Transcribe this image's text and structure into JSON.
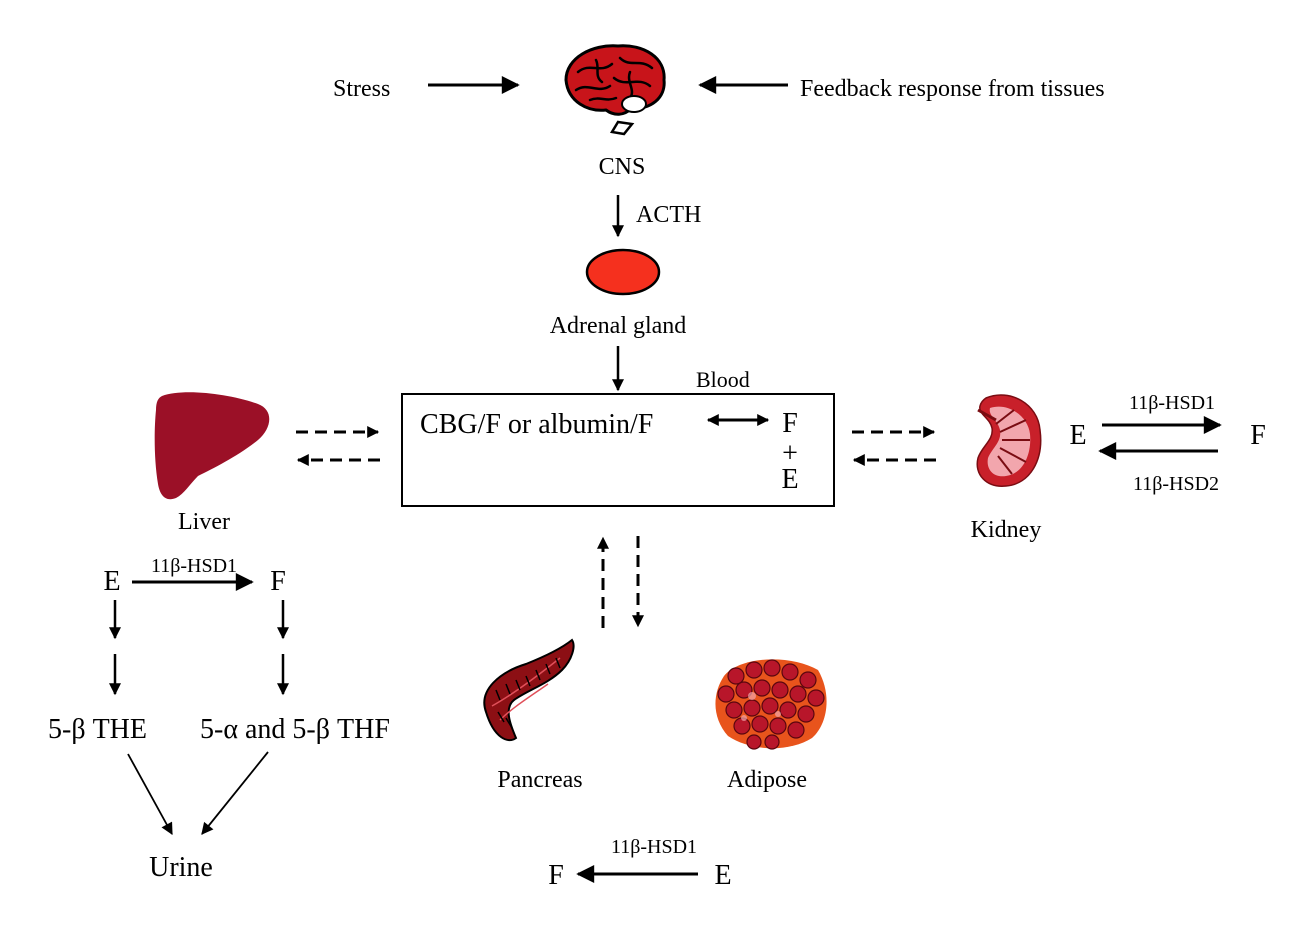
{
  "labels": {
    "stress": "Stress",
    "feedback": "Feedback response from tissues",
    "cns": "CNS",
    "acth": "ACTH",
    "adrenal_gland": "Adrenal gland",
    "blood": "Blood",
    "blood_content": "CBG/F or albumin/F",
    "free_f": "F",
    "plus": "+",
    "free_e": "E",
    "liver": "Liver",
    "kidney": "Kidney",
    "pancreas": "Pancreas",
    "adipose": "Adipose",
    "urine": "Urine"
  },
  "kidney_reaction": {
    "substrate": "E",
    "product": "F",
    "forward_enzyme": "11β-HSD1",
    "reverse_enzyme": "11β-HSD2"
  },
  "liver_reaction": {
    "substrate": "E",
    "product": "F",
    "enzyme": "11β-HSD1",
    "e_metabolite": "5-β THE",
    "f_metabolite": "5-α and 5-β THF"
  },
  "pancreas_adipose_reaction": {
    "substrate": "E",
    "product": "F",
    "enzyme": "11β-HSD1"
  },
  "icons": {
    "brain": "brain-icon",
    "adrenal": "adrenal-gland-icon",
    "liver": "liver-icon",
    "kidney": "kidney-icon",
    "pancreas": "pancreas-icon",
    "adipose": "adipose-icon"
  },
  "colors": {
    "brain": "#c8141a",
    "adrenal": "#f5301e",
    "liver": "#9b1027",
    "kidney": "#c8202a",
    "pancreas": "#8c0f14",
    "adipose": "#e8541c"
  }
}
